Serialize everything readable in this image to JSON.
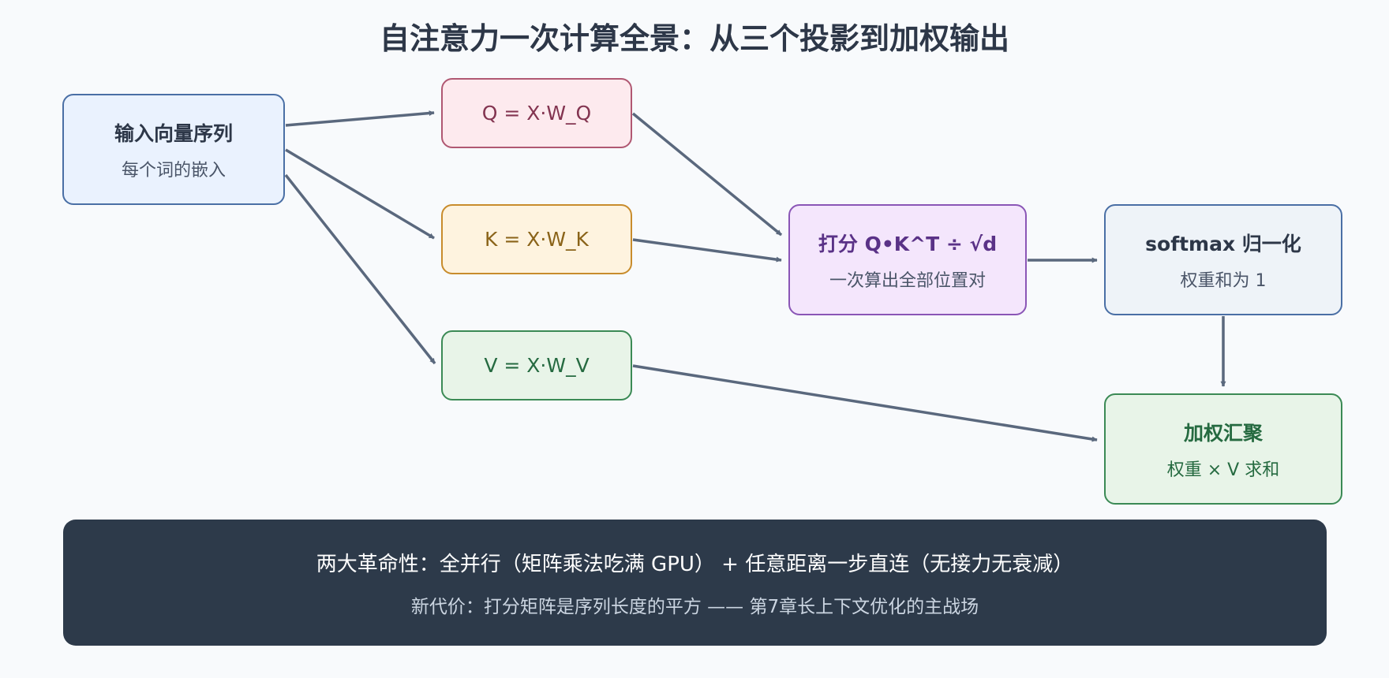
{
  "title": "自注意力一次计算全景：从三个投影到加权输出",
  "nodes": {
    "input": {
      "label": "输入向量序列",
      "sub": "每个词的嵌入"
    },
    "q": {
      "label": "Q = X·W_Q"
    },
    "k": {
      "label": "K = X·W_K"
    },
    "v": {
      "label": "V = X·W_V"
    },
    "score": {
      "label": "打分 Q•K^T ÷ √d",
      "sub": "一次算出全部位置对"
    },
    "softmax": {
      "label": "softmax 归一化",
      "sub": "权重和为 1"
    },
    "sum": {
      "label": "加权汇聚",
      "sub": "权重 × V 求和"
    }
  },
  "footer": {
    "line1": "两大革命性：全并行（矩阵乘法吃满 GPU） + 任意距离一步直连（无接力无衰减）",
    "line2": "新代价：打分矩阵是序列长度的平方 —— 第7章长上下文优化的主战场"
  },
  "colors": {
    "arrow": "#5a687d",
    "input_border": "#4a6fa5",
    "q_border": "#b05872",
    "k_border": "#c88c2c",
    "v_border": "#3b8a55",
    "score_border": "#8a56b6",
    "footer_bg": "#2d3a4a"
  }
}
